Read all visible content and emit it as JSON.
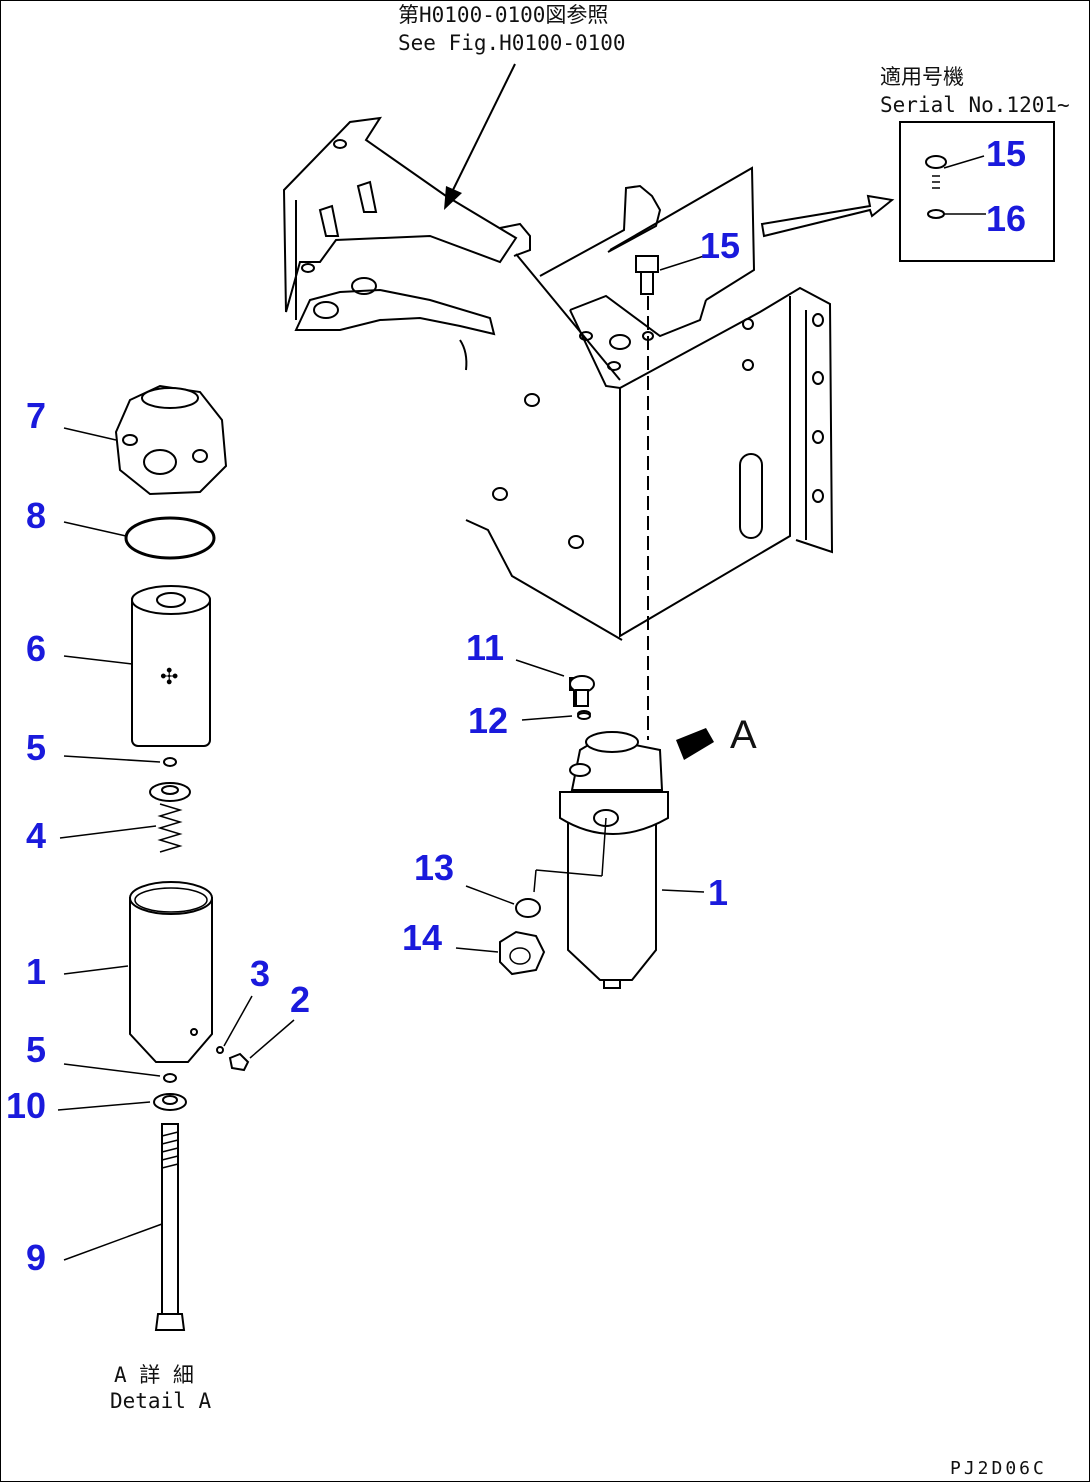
{
  "header_note": {
    "jp": "第H0100-0100図参照",
    "en": "See Fig.H0100-0100"
  },
  "serial_note": {
    "jp": "適用号機",
    "en": "Serial No.1201~"
  },
  "detail_note": {
    "jp": "A 詳 細",
    "en": "Detail A"
  },
  "view_arrow_label": "A",
  "drawing_number": "PJ2D06C",
  "callouts": {
    "c7": "7",
    "c8": "8",
    "c6": "6",
    "c5a": "5",
    "c4": "4",
    "c1a": "1",
    "c3": "3",
    "c2": "2",
    "c5b": "5",
    "c10": "10",
    "c9": "9",
    "c11": "11",
    "c12": "12",
    "c13": "13",
    "c14": "14",
    "c1b": "1",
    "c15a": "15",
    "c15b": "15",
    "c16": "16"
  },
  "colors": {
    "callout": "#1a1adc",
    "line": "#000000",
    "paper": "#ffffff"
  }
}
